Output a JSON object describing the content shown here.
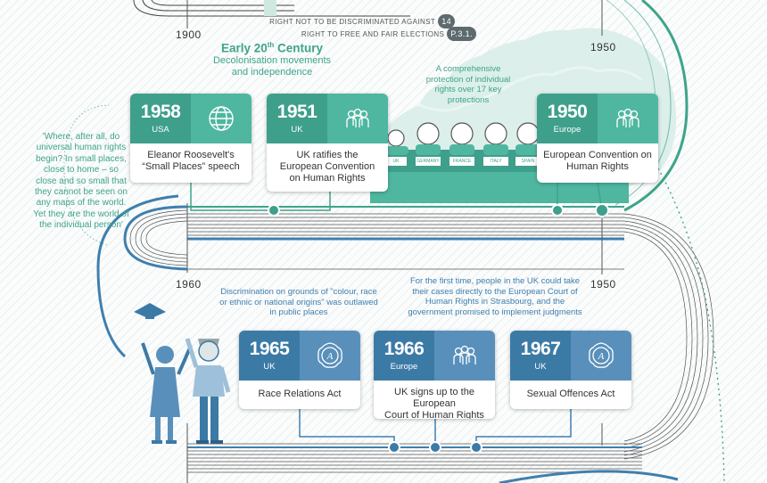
{
  "colors": {
    "teal": "#3e9f8b",
    "teal_light": "#4fb6a0",
    "blue": "#3c7aa6",
    "blue_light": "#5990bb"
  },
  "timeline": {
    "upper": {
      "year_left": "1900",
      "year_right": "1950"
    },
    "lower": {
      "year_left": "1960",
      "year_right": "1950"
    }
  },
  "era": {
    "title_main": "Early 20",
    "title_sup": "th",
    "title_end": " Century",
    "subtitle_line1": "Decolonisation movements",
    "subtitle_line2": "and independence"
  },
  "rights_tags": [
    {
      "label": "RIGHT NOT TO BE DISCRIMINATED AGAINST",
      "badge": "14"
    },
    {
      "label": "RIGHT TO FREE AND FAIR ELECTIONS",
      "badge": "P.3.1."
    }
  ],
  "quote": {
    "lines": [
      "'Where, after all, do",
      "universal human rights",
      "begin? In small places,",
      "close to home – so",
      "close and so small that",
      "they cannot be seen on",
      "any maps of the world.",
      "Yet they are the world of",
      "the individual person'"
    ]
  },
  "notes": {
    "protection_lines": [
      "A comprehensive",
      "protection of individual",
      "rights over 17 key",
      "protections"
    ],
    "discrimination_lines": [
      "Discrimination on grounds of \"colour, race",
      "or ethnic or national origins\" was outlawed",
      "in public places"
    ],
    "court_lines": [
      "For the first time, people in the UK could take",
      "their cases directly to the European Court of",
      "Human Rights in Strasbourg, and the",
      "government promised to implement judgments"
    ]
  },
  "delegates": {
    "countries": [
      "UK",
      "GERMANY",
      "FRANCE",
      "ITALY",
      "SPAIN"
    ]
  },
  "events": [
    {
      "year": "1958",
      "region": "USA",
      "icon": "globe-icon",
      "desc_lines": [
        "Eleanor Roosevelt's",
        "“Small Places” speech"
      ]
    },
    {
      "year": "1951",
      "region": "UK",
      "icon": "people-group-icon",
      "desc_lines": [
        "UK ratifies the",
        "European Convention",
        "on Human Rights"
      ]
    },
    {
      "year": "1950",
      "region": "Europe",
      "icon": "people-group-icon",
      "desc_lines": [
        "European Convention on",
        "Human Rights"
      ]
    },
    {
      "year": "1965",
      "region": "UK",
      "icon": "seal-icon",
      "desc_lines": [
        "Race Relations Act"
      ]
    },
    {
      "year": "1966",
      "region": "Europe",
      "icon": "people-group-icon",
      "desc_lines": [
        "UK signs up to the European",
        "Court of Human Rights"
      ]
    },
    {
      "year": "1967",
      "region": "UK",
      "icon": "seal-icon",
      "desc_lines": [
        "Sexual Offences Act"
      ]
    }
  ]
}
